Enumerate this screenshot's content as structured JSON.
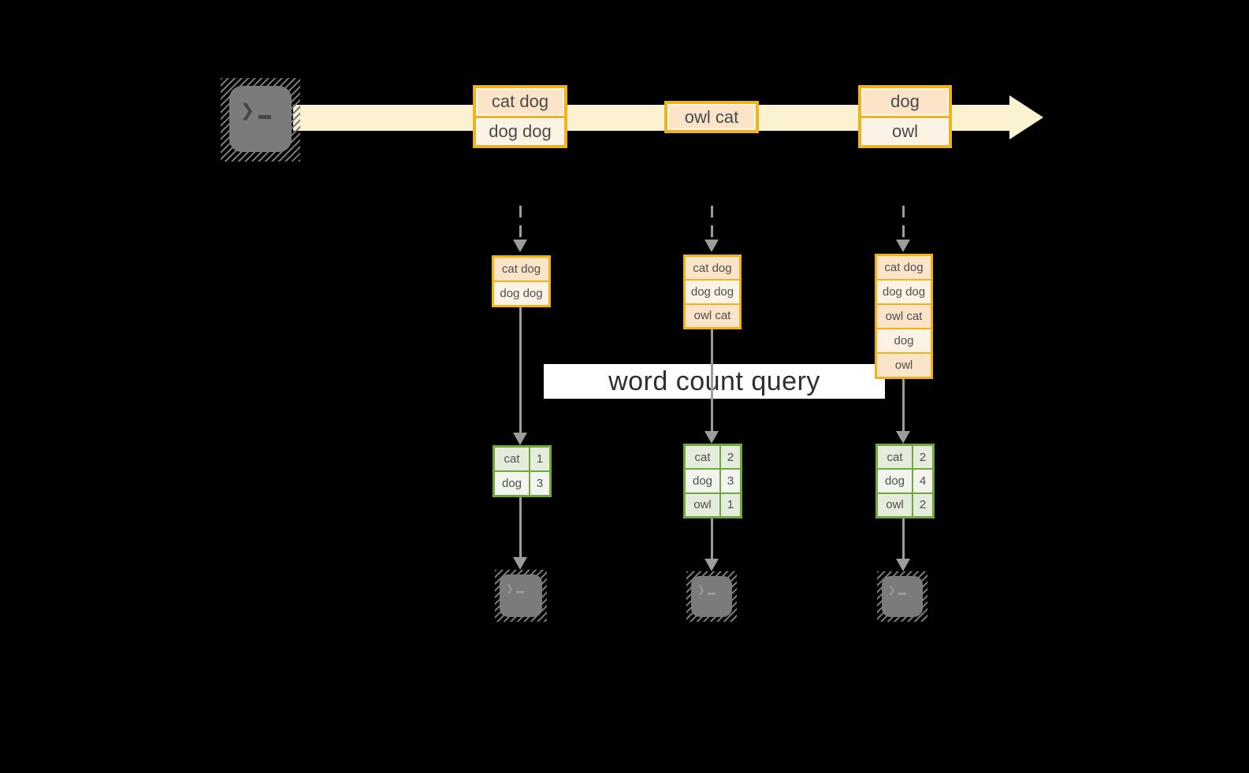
{
  "title": "streaming word count query diagram",
  "labels": {
    "query": "word count query"
  },
  "icons": {
    "terminal_prompt": "❯"
  },
  "colors": {
    "background": "#000000",
    "stream_band": "#fbf2d1",
    "gold_border": "#f2b21c",
    "peach_fill": "#fbe4c8",
    "cream_fill": "#fdf3e4",
    "green_border": "#6fa83d",
    "green_fill_dark": "#e5ecdc",
    "green_fill_light": "#f2f5ed",
    "arrow_gray": "#9c9c9c",
    "terminal_gray": "#7b7b7b",
    "query_band": "#ffffff"
  },
  "stream": {
    "events": [
      {
        "cells": [
          "cat dog",
          "dog dog"
        ]
      },
      {
        "cells": [
          "owl cat"
        ]
      },
      {
        "cells": [
          "dog",
          "owl"
        ]
      }
    ]
  },
  "columns": [
    {
      "state_cells": [
        "cat dog",
        "dog dog"
      ],
      "counts": [
        {
          "word": "cat",
          "count": "1"
        },
        {
          "word": "dog",
          "count": "3"
        }
      ]
    },
    {
      "state_cells": [
        "cat dog",
        "dog dog",
        "owl cat"
      ],
      "counts": [
        {
          "word": "cat",
          "count": "2"
        },
        {
          "word": "dog",
          "count": "3"
        },
        {
          "word": "owl",
          "count": "1"
        }
      ]
    },
    {
      "state_cells": [
        "cat dog",
        "dog dog",
        "owl cat",
        "dog",
        "owl"
      ],
      "counts": [
        {
          "word": "cat",
          "count": "2"
        },
        {
          "word": "dog",
          "count": "4"
        },
        {
          "word": "owl",
          "count": "2"
        }
      ]
    }
  ]
}
